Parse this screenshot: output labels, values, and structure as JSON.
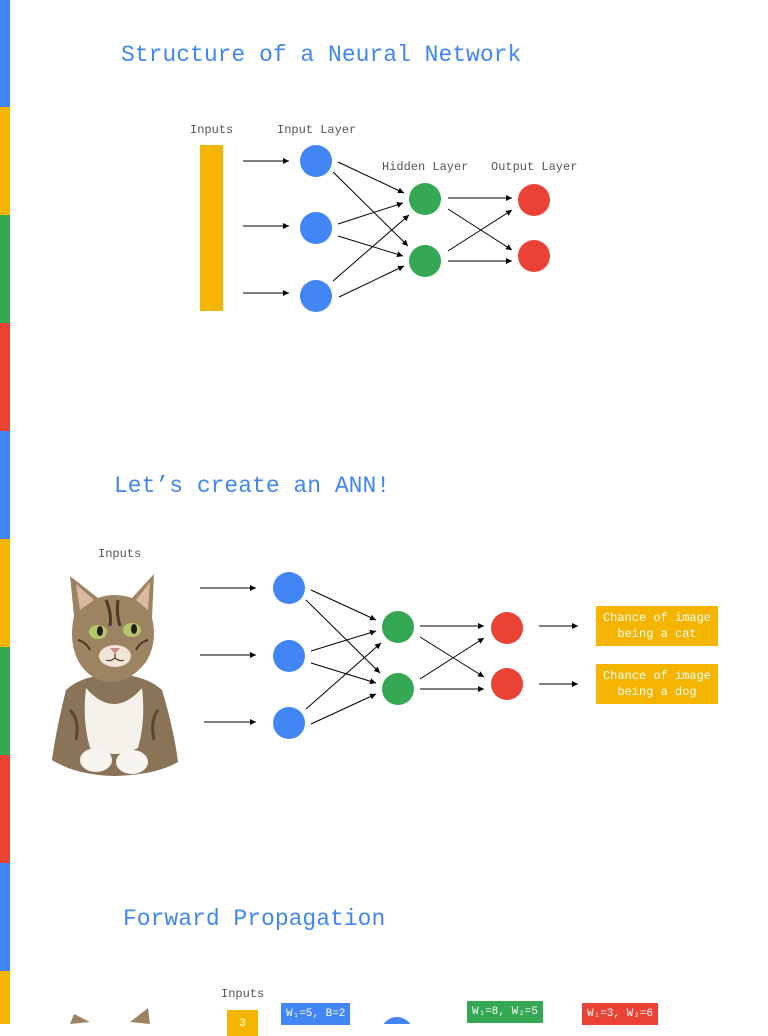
{
  "colors": {
    "blue": "#4285f4",
    "yellow": "#f4b400",
    "green": "#34a853",
    "red": "#ea4335"
  },
  "slide1": {
    "title": "Structure of a Neural Network",
    "labels": {
      "inputs": "Inputs",
      "input_layer": "Input Layer",
      "hidden_layer": "Hidden Layer",
      "output_layer": "Output Layer"
    }
  },
  "slide2": {
    "title": "Let’s create an ANN!",
    "labels": {
      "inputs": "Inputs"
    },
    "outputs": [
      "Chance of image being a cat",
      "Chance of image being a dog"
    ]
  },
  "slide3": {
    "title": "Forward Propagation",
    "labels": {
      "inputs": "Inputs"
    },
    "input_value": "3",
    "weight_boxes": [
      "W₁=5, B=2",
      "W₁=8, W₂=5",
      "W₁=3, W₂=6"
    ]
  }
}
